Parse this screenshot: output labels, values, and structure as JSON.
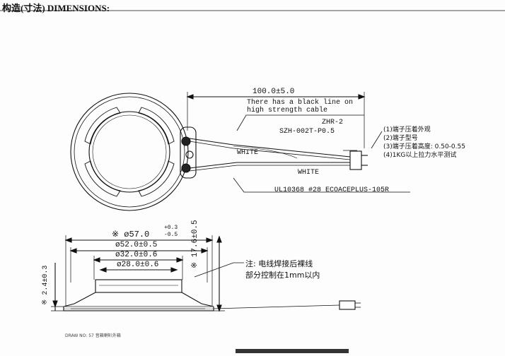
{
  "header": {
    "title": "构造(寸法) DIMENSIONS:"
  },
  "top_view": {
    "cable_length": "100.0±5.0",
    "black_line_note": [
      "There has a black line on",
      "high strength cable"
    ],
    "connector": [
      "ZHR-2",
      "SZH-002T-P0.5"
    ],
    "wire_label_upper": "WHITE",
    "wire_label_lower": "WHITE",
    "cable_spec": "UL10368 #28 ECOACEPLUS-105R",
    "notes": [
      "(1)端子压着外观",
      "(2)端子型号",
      "(3)端子压着高度: 0.50-0.55",
      "(4)1KG以上拉力水平测试"
    ]
  },
  "side_view": {
    "dim_outer": "※ ø57.0",
    "dim_outer_tol_upper": "+0.3",
    "dim_outer_tol_lower": "-0.5",
    "dim_52": "ø52.0±0.5",
    "dim_32": "ø32.0±0.6",
    "dim_28": "ø28.0±0.6",
    "height": "※ 17.6±0.5",
    "left_height": "※ 2.4±0.3",
    "solder_note": [
      "注: 电线焊接后裸线",
      "部分控制在1mm以内"
    ]
  },
  "footer": {
    "drawing_no": "DRAW NO: 57 音箱喇叭外箱"
  }
}
